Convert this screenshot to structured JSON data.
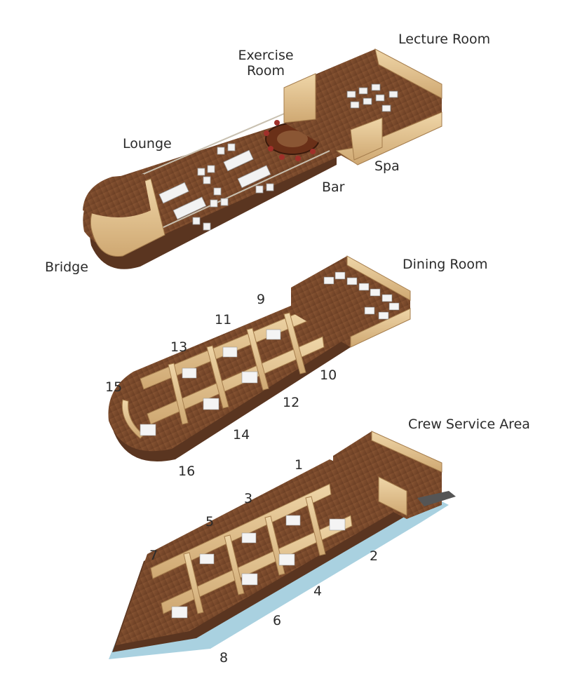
{
  "labels": {
    "top_deck": {
      "lecture_room": "Lecture Room",
      "exercise_room": "Exercise Room",
      "lounge": "Lounge",
      "spa": "Spa",
      "bar": "Bar",
      "bridge": "Bridge"
    },
    "middle_deck": {
      "dining_room": "Dining Room",
      "cabins": [
        "9",
        "11",
        "13",
        "15",
        "10",
        "12",
        "14",
        "16"
      ]
    },
    "lower_deck": {
      "crew_service_area": "Crew Service Area",
      "cabins": [
        "1",
        "3",
        "5",
        "7",
        "2",
        "4",
        "6",
        "8"
      ]
    }
  },
  "colors": {
    "wood_deck": "#7a4a2c",
    "wall_beige": "#e3c79a",
    "hull_dark": "#5a3520",
    "hull_water": "#a9d1e0",
    "label_text": "#2a2a2a"
  }
}
